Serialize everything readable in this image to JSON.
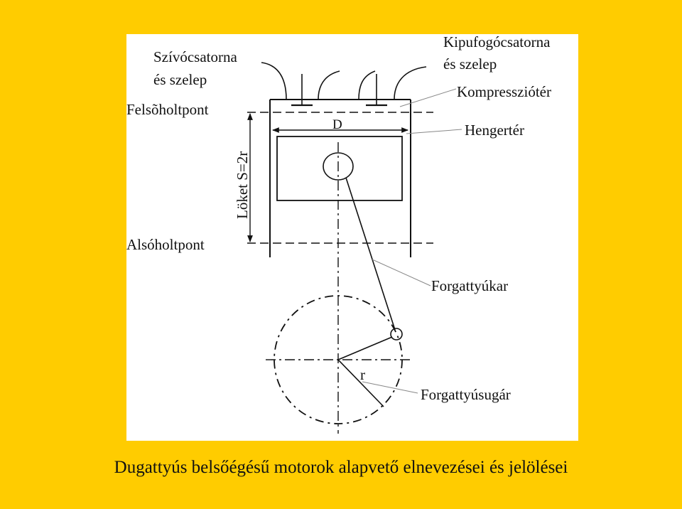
{
  "labels": {
    "intake": [
      "Szívócsatorna",
      "és szelep"
    ],
    "exhaust": [
      "Kipufogócsatorna",
      "és szelep"
    ],
    "compression": "Kompressziótér",
    "cylinder": "Hengertér",
    "tdc": "Felsõholtpont",
    "bdc": "Alsóholtpont",
    "stroke": "Löket S=2r",
    "diameter": "D",
    "crank": "Forgattyúkar",
    "radius_symbol": "r",
    "radius": "Forgattyúsugár"
  },
  "caption": "Dugattyús belsőégésű motorok alapvető elnevezései és jelölései",
  "colors": {
    "background": "#FFCC00",
    "panel": "#FFFFFF",
    "stroke": "#111111",
    "leader": "#888888"
  }
}
